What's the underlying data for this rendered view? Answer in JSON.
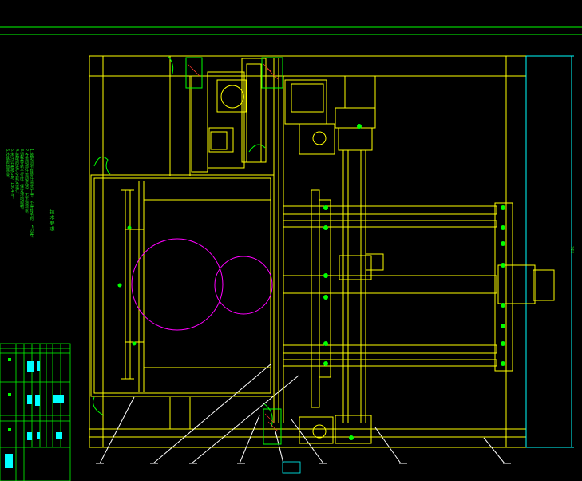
{
  "drawing": {
    "notes_title": "技术要求",
    "notes_lines": [
      "1.装配前所有零件清洗干净，不得有毛刺、飞边等。",
      "2.各运动部件运动灵活，无卡滞现象。",
      "3.调整导轨平行度，保证滑动顺畅。",
      "4.装配后进行空载试运行。",
      "5.未注公差按GB/T1804-m。",
      "6.外露表面涂漆。"
    ],
    "overall_dimension": "765",
    "colors": {
      "outline": "#ffff00",
      "annotation": "#00ff00",
      "cyan": "#00ffff",
      "circle": "#ff00ff",
      "white": "#ffffff",
      "hatch": "#ff3b30"
    }
  }
}
